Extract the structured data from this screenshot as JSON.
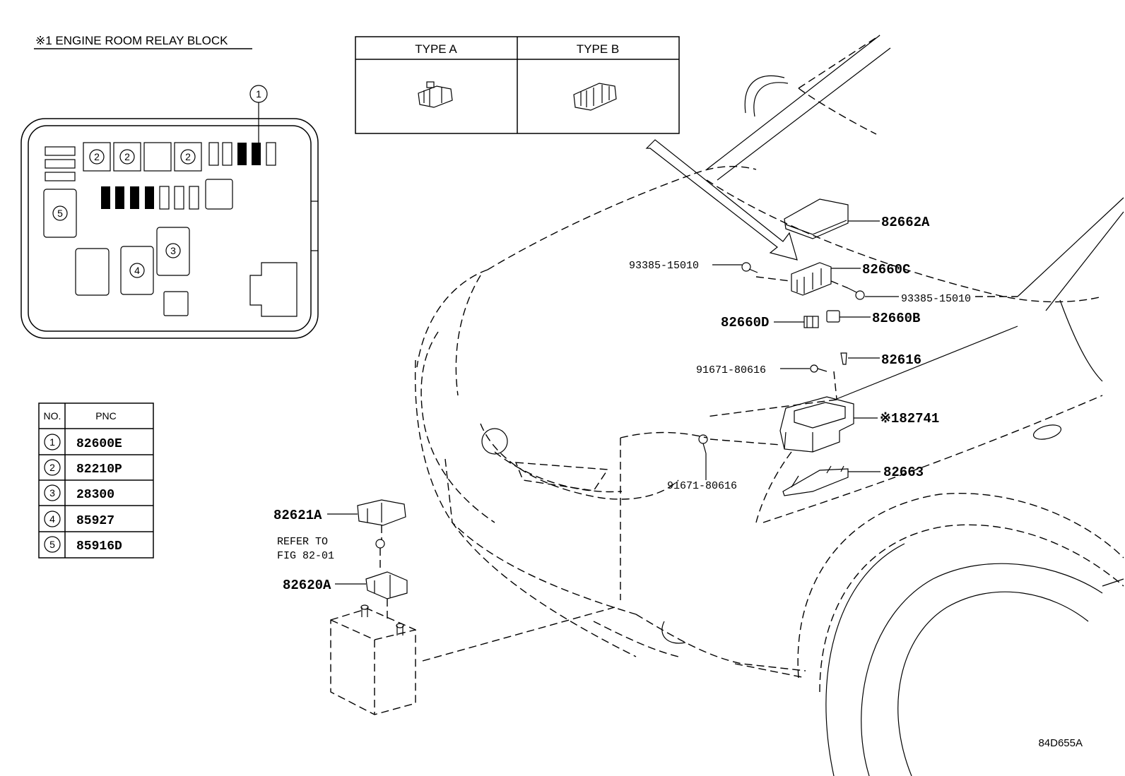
{
  "relay_block": {
    "title": "※1 ENGINE ROOM RELAY BLOCK",
    "callout": "1",
    "position_markers": [
      "2",
      "2",
      "2",
      "5",
      "4",
      "3"
    ]
  },
  "type_table": {
    "headers": [
      "TYPE A",
      "TYPE B"
    ]
  },
  "pnc_table": {
    "col_no": "NO.",
    "col_pnc": "PNC",
    "rows": [
      {
        "no": "1",
        "pnc": "82600E"
      },
      {
        "no": "2",
        "pnc": "82210P"
      },
      {
        "no": "3",
        "pnc": "28300"
      },
      {
        "no": "4",
        "pnc": "85927"
      },
      {
        "no": "5",
        "pnc": "85916D"
      }
    ]
  },
  "parts": {
    "p82662A": "82662A",
    "p82660C": "82660C",
    "p93385_left": "93385-15010",
    "p93385_right": "93385-15010",
    "p82660D": "82660D",
    "p82660B": "82660B",
    "p82616": "82616",
    "p91671_top": "91671-80616",
    "p82741": "※182741",
    "p91671_bottom": "91671-80616",
    "p82663": "82663",
    "p82621A": "82621A",
    "refer_line1": "REFER TO",
    "refer_line2": "FIG 82-01",
    "p82620A": "82620A"
  },
  "figure_id": "84D655A"
}
